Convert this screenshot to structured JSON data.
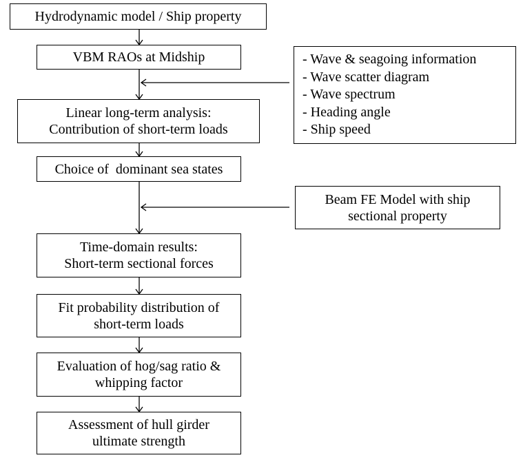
{
  "boxes": {
    "hydro": {
      "lines": [
        "Hydrodynamic model / Ship property"
      ]
    },
    "vbm": {
      "lines": [
        "VBM RAOs at Midship"
      ]
    },
    "linear": {
      "lines": [
        "Linear long-term analysis:",
        "Contribution of short-term loads"
      ]
    },
    "choice": {
      "lines": [
        "Choice of  dominant sea states"
      ]
    },
    "timedomain": {
      "lines": [
        "Time-domain results:",
        "Short-term sectional forces"
      ]
    },
    "fit": {
      "lines": [
        "Fit probability distribution of",
        "short-term loads"
      ]
    },
    "eval": {
      "lines": [
        "Evaluation of hog/sag ratio &",
        "whipping factor"
      ]
    },
    "assess": {
      "lines": [
        "Assessment of hull girder",
        "ultimate strength"
      ]
    },
    "wave_info": {
      "lines": [
        "- Wave & seagoing information",
        "- Wave scatter diagram",
        "- Wave spectrum",
        "- Heading angle",
        "- Ship speed"
      ]
    },
    "beam": {
      "lines": [
        "Beam FE Model with ship",
        "sectional property"
      ]
    }
  }
}
